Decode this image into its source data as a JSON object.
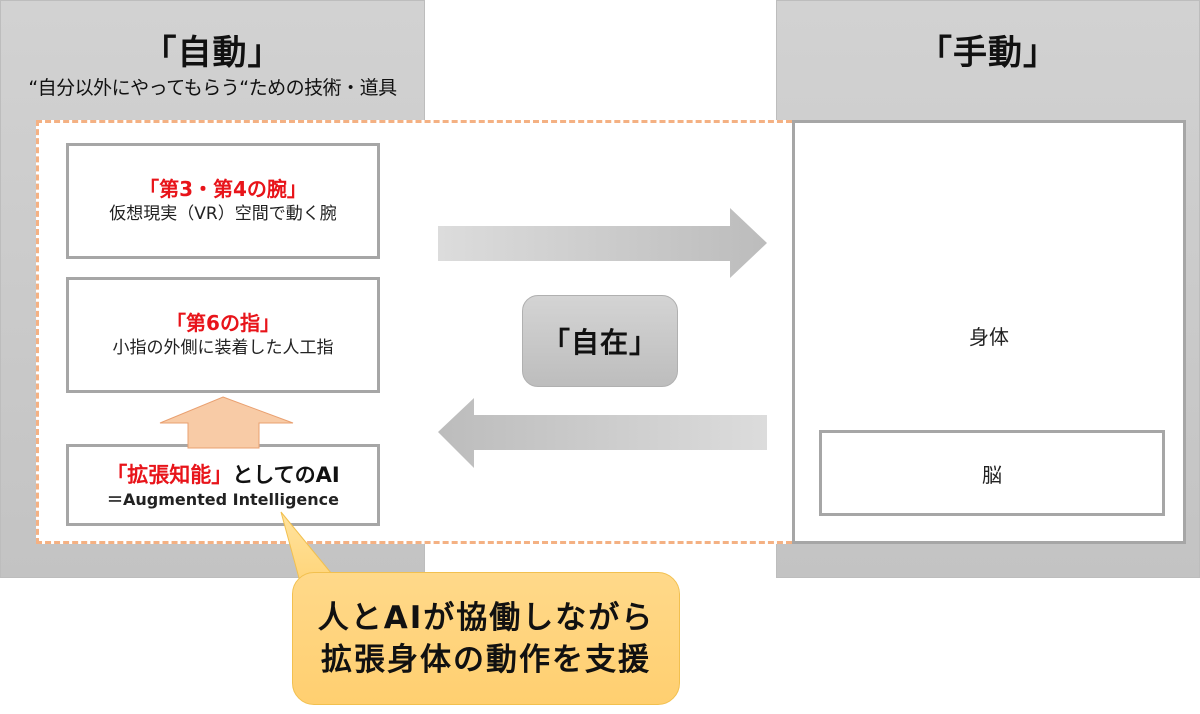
{
  "auto_panel": {
    "title": "「自動」",
    "subtitle": "“自分以外にやってもらう“ための技術・道具"
  },
  "manual_panel": {
    "title": "「手動」",
    "body_label": "身体",
    "brain_label": "脳"
  },
  "cards": {
    "arms": {
      "title": "「第3・第4の腕」",
      "desc": "仮想現実（VR）空間で動く腕"
    },
    "finger": {
      "title": "「第6の指」",
      "desc": "小指の外側に装着した人工指"
    },
    "ai": {
      "title_red": "「拡張知能」",
      "title_black": "としてのAI",
      "subtitle": "＝Augmented Intelligence"
    }
  },
  "center": {
    "label": "「自在」"
  },
  "callout": {
    "line1": "人とAIが協働しながら",
    "line2": "拡張身体の動作を支援"
  },
  "colors": {
    "accent_red": "#e8141a",
    "dashed_orange": "#f4b183",
    "up_arrow_fill": "#f8cba6",
    "callout_fill": "#ffd57e",
    "panel_gray": "#cccccc",
    "border_gray": "#a6a6a6"
  }
}
